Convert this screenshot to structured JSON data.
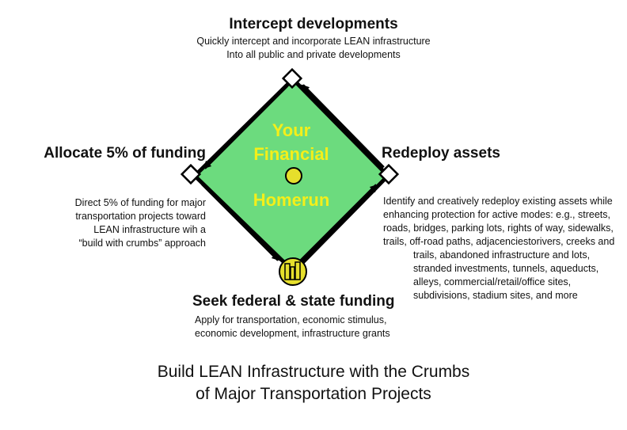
{
  "colors": {
    "diamond_fill": "#6cdb7e",
    "stroke": "#000000",
    "label_yellow": "#f4ef1a",
    "dot_fill": "#e6df2c"
  },
  "top": {
    "heading": "Intercept developments",
    "lines": [
      "Quickly intercept and incorporate LEAN infrastructure",
      "Into all public and private developments"
    ]
  },
  "left": {
    "heading": "Allocate 5% of funding",
    "lines": [
      "Direct 5% of funding for major",
      "transportation projects toward",
      "LEAN infrastructure wih a",
      "“build with crumbs” approach"
    ]
  },
  "right": {
    "heading": "Redeploy assets",
    "lines": [
      "Identify and creatively redeploy existing assets while",
      "enhancing protection for active modes: e.g., streets,",
      "roads, bridges, parking lots, rights of way, sidewalks,",
      "trails, off-road paths, adjacenciestorivers, creeks and",
      "trails, abandoned infrastructure  and lots,",
      "stranded investments, tunnels, aqueducts,",
      "alleys, commercial/retail/office sites,",
      "subdivisions, stadium sites, and more"
    ]
  },
  "bottom": {
    "heading": "Seek federal & state funding",
    "lines": [
      "Apply for transportation, economic stimulus,",
      "economic development, infrastructure grants"
    ]
  },
  "center": {
    "line1": "Your",
    "line2": "Financial",
    "line3": "Homerun"
  },
  "caption": {
    "line1": "Build LEAN Infrastructure with the Crumbs",
    "line2": "of Major Transportation Projects"
  },
  "icons": {
    "home_plate": "home-plate-building-icon",
    "bases": "base-diamond-icon"
  }
}
